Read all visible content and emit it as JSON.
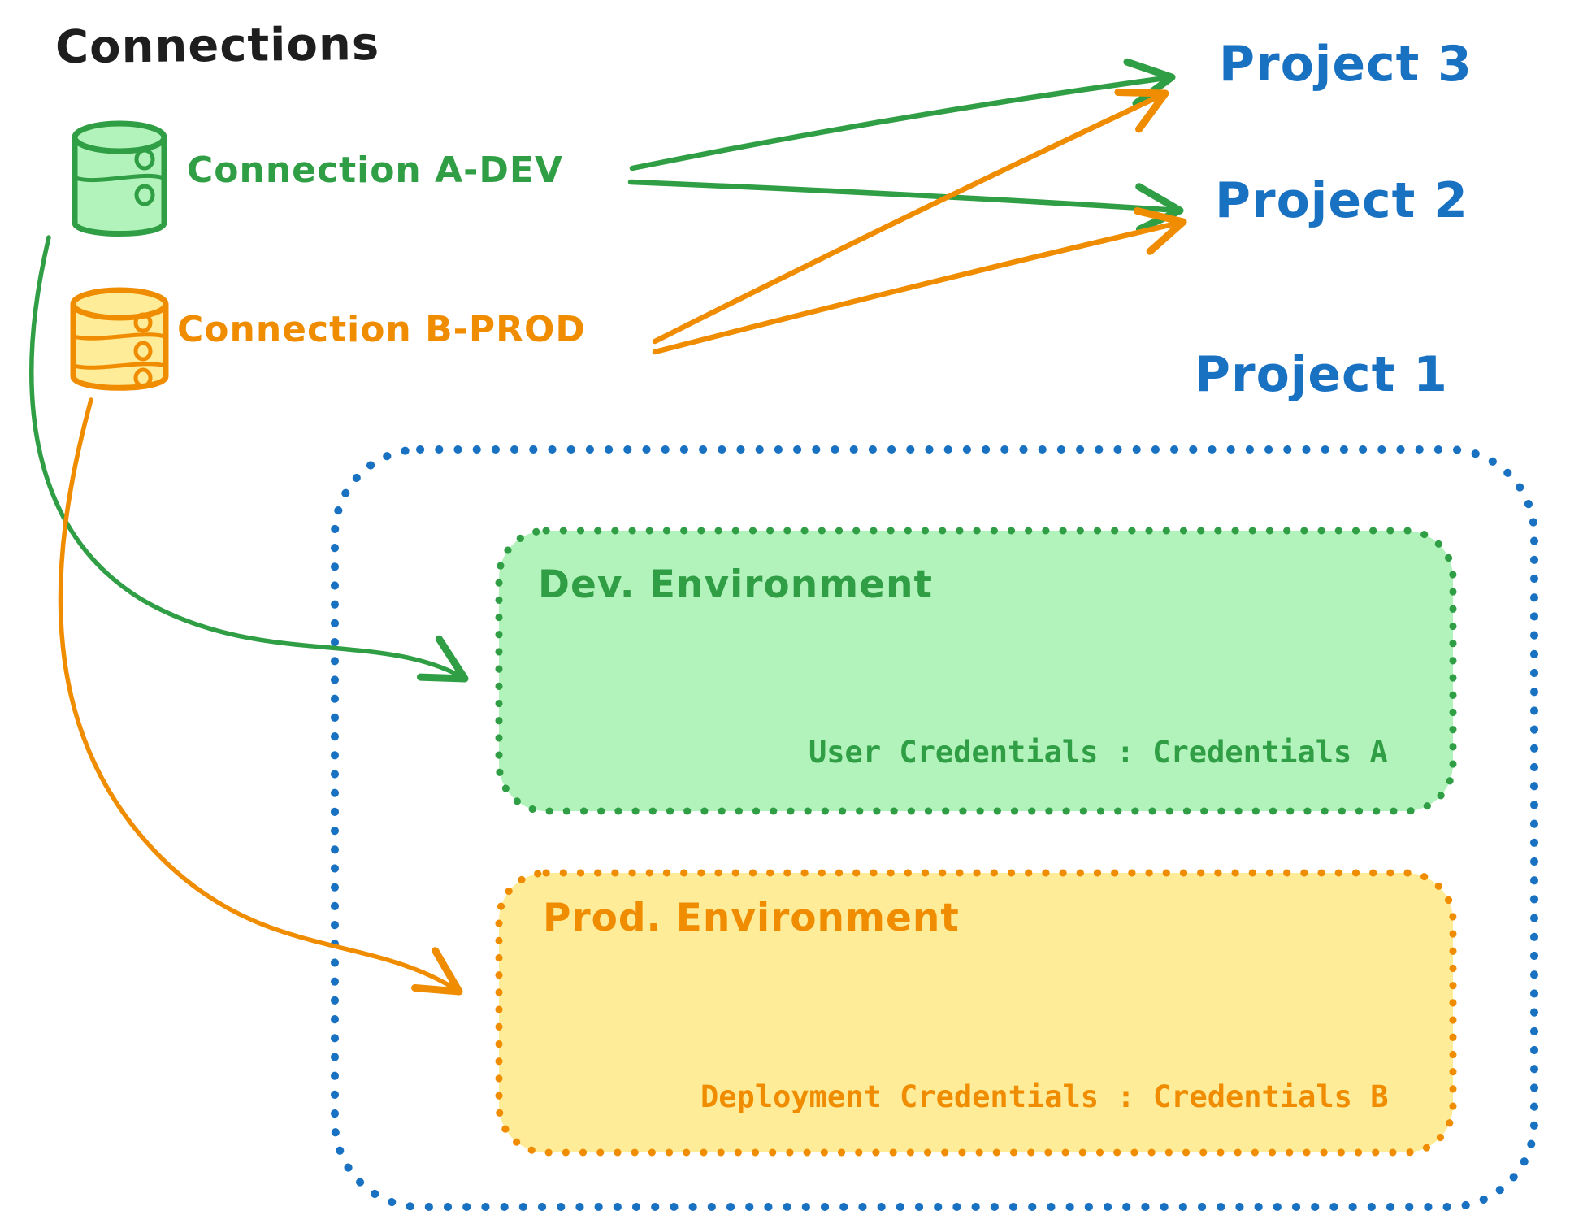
{
  "title": "Connections",
  "connections": {
    "dev": {
      "label": "Connection A-DEV",
      "icon": "database-cylinder",
      "color": "#2f9e44",
      "fill": "#b2f2bb"
    },
    "prod": {
      "label": "Connection B-PROD",
      "icon": "database-cylinder",
      "color": "#f08c00",
      "fill": "#ffec99"
    }
  },
  "projects": {
    "p3": "Project 3",
    "p2": "Project 2",
    "p1": "Project 1"
  },
  "environments": {
    "dev": {
      "title": "Dev. Environment",
      "credentials": "User Credentials : Credentials A"
    },
    "prod": {
      "title": "Prod. Environment",
      "credentials": "Deployment Credentials : Credentials B"
    }
  },
  "arrows": {
    "adev_to_project3": "green",
    "adev_to_project2": "green",
    "bprod_to_project3": "orange",
    "bprod_to_project2": "orange",
    "adev_to_dev_environment": "green curved",
    "bprod_to_prod_environment": "orange curved"
  },
  "colors": {
    "text_black": "#1e1e1e",
    "project_blue": "#1971c2",
    "dev_green": "#2f9e44",
    "dev_green_fill": "#b2f2bb",
    "prod_orange": "#f08c00",
    "prod_orange_fill": "#ffec99"
  }
}
